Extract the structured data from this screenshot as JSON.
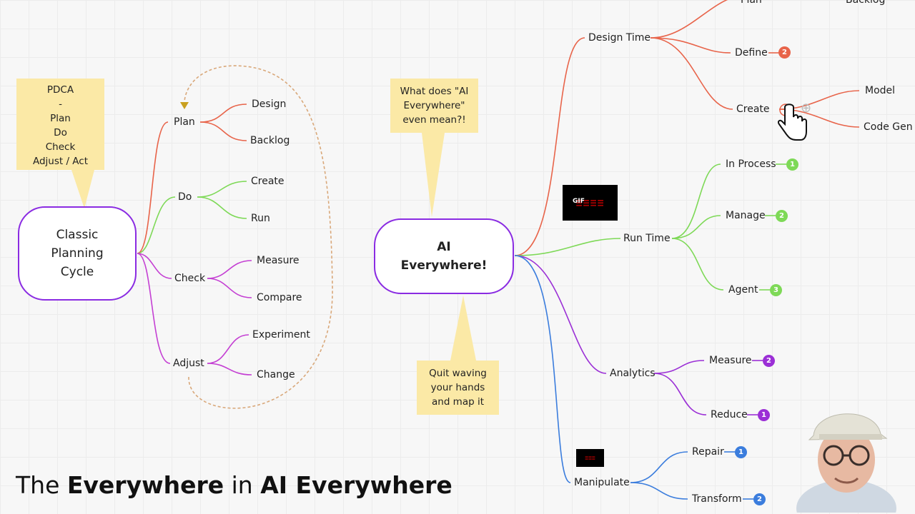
{
  "roots": {
    "classic": "Classic Planning Cycle",
    "ai": "AI Everywhere!"
  },
  "stickies": {
    "pdca": [
      "PDCA",
      "-",
      "Plan",
      "Do",
      "Check",
      "Adjust / Act"
    ],
    "question": "What does \"AI Everywhere\" even mean?!",
    "quit": "Quit waving your hands and map it"
  },
  "left_tree": {
    "plan": "Plan",
    "design": "Design",
    "backlog": "Backlog",
    "do": "Do",
    "create": "Create",
    "run": "Run",
    "check": "Check",
    "measure": "Measure",
    "compare": "Compare",
    "adjust": "Adjust",
    "experiment": "Experiment",
    "change": "Change"
  },
  "right_tree": {
    "design_time": "Design Time",
    "plan": "Plan",
    "backlog": "Backlog",
    "define": "Define",
    "create": "Create",
    "model": "Model",
    "code_gen": "Code Gen",
    "run_time": "Run Time",
    "in_process": "In Process",
    "manage": "Manage",
    "agent": "Agent",
    "analytics": "Analytics",
    "measure": "Measure",
    "reduce": "Reduce",
    "manipulate": "Manipulate",
    "repair": "Repair",
    "transform": "Transform"
  },
  "badges": {
    "define": "2",
    "in_process": "1",
    "manage": "2",
    "agent": "3",
    "measure": "2",
    "reduce": "1",
    "repair": "1",
    "transform": "2"
  },
  "gif_label": "GIF",
  "caption": {
    "part1": "The ",
    "part2": "Everywhere",
    "part3": " in ",
    "part4": "AI Everywhere"
  },
  "colors": {
    "orange": "#e8644a",
    "green": "#7ed957",
    "purple": "#9b2fd6",
    "blue": "#3b7ddd",
    "root_border": "#8a2be2",
    "sticky": "#fbe9a6",
    "cycle": "#d9a87a"
  },
  "icons": [
    "hand-pointer-icon",
    "plus-icon",
    "arrow-head-icon"
  ]
}
